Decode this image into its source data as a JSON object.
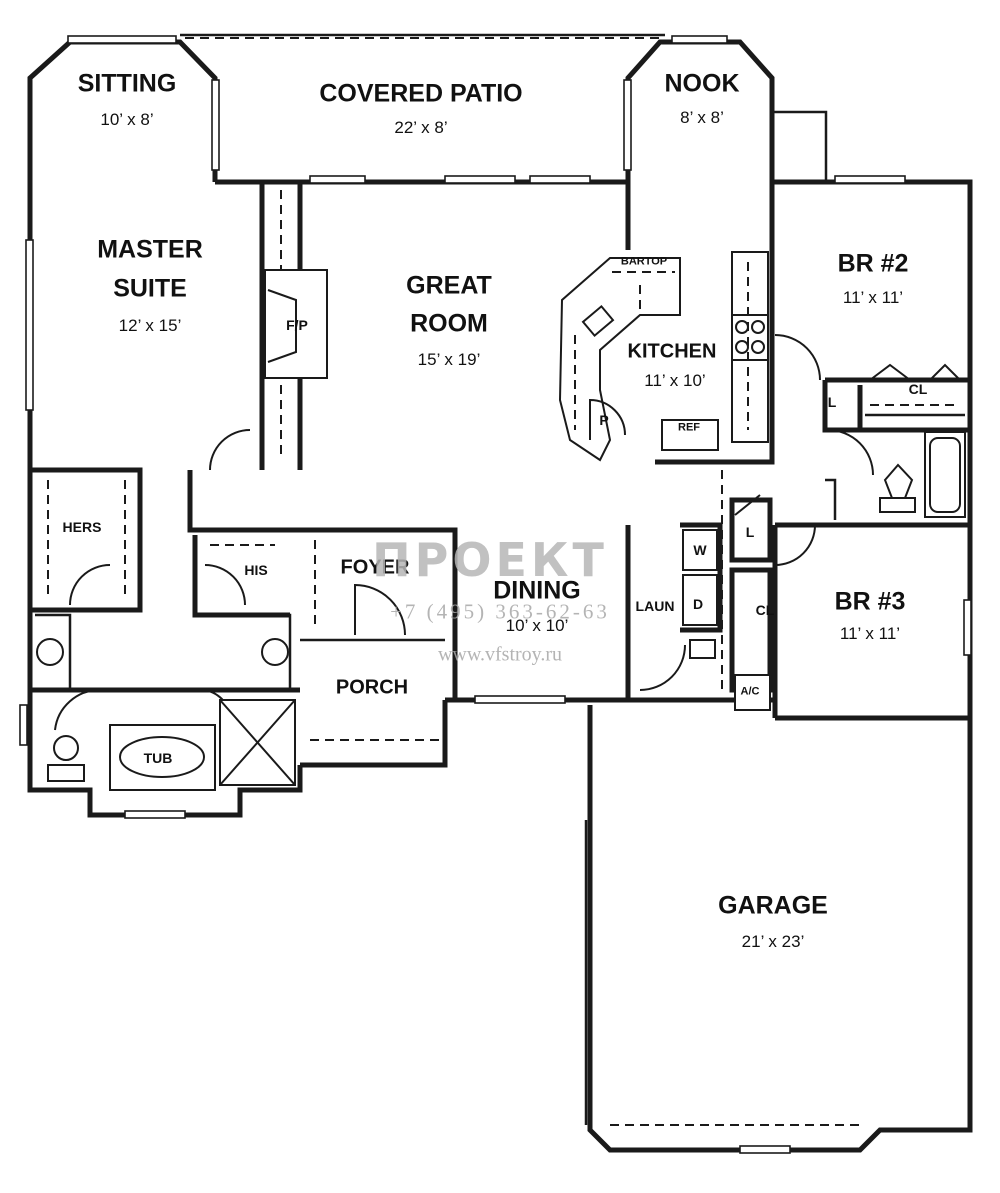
{
  "rooms": {
    "sitting": {
      "name": "SITTING",
      "dim": "10’ x 8’"
    },
    "covered_patio": {
      "name": "COVERED PATIO",
      "dim": "22’ x 8’"
    },
    "nook": {
      "name": "NOOK",
      "dim": "8’ x 8’"
    },
    "master_suite": {
      "name_line1": "MASTER",
      "name_line2": "SUITE",
      "dim": "12’ x 15’"
    },
    "great_room": {
      "name_line1": "GREAT",
      "name_line2": "ROOM",
      "dim": "15’ x 19’"
    },
    "kitchen": {
      "name": "KITCHEN",
      "dim": "11’ x 10’"
    },
    "br2": {
      "name": "BR #2",
      "dim": "11’ x 11’"
    },
    "br3": {
      "name": "BR #3",
      "dim": "11’ x 11’"
    },
    "dining": {
      "name": "DINING",
      "dim": "10’ x 10’"
    },
    "garage": {
      "name": "GARAGE",
      "dim": "21’ x 23’"
    },
    "foyer": {
      "name": "FOYER"
    },
    "porch": {
      "name": "PORCH"
    },
    "laundry": {
      "name": "LAUN"
    }
  },
  "fixtures": {
    "fireplace": "F/P",
    "bartop": "BARTOP",
    "pantry": "P",
    "refrigerator": "REF",
    "hers_closet": "HERS",
    "his_closet": "HIS",
    "tub": "TUB",
    "washer": "W",
    "dryer": "D",
    "linen_1": "L",
    "linen_2": "L",
    "closet_br2": "CL",
    "closet_br3": "CL",
    "ac": "A/C"
  },
  "watermark": {
    "logo": "ПРОЕКТ",
    "phone": "+7 (495) 363-62-63",
    "site": "www.vfstroy.ru"
  }
}
